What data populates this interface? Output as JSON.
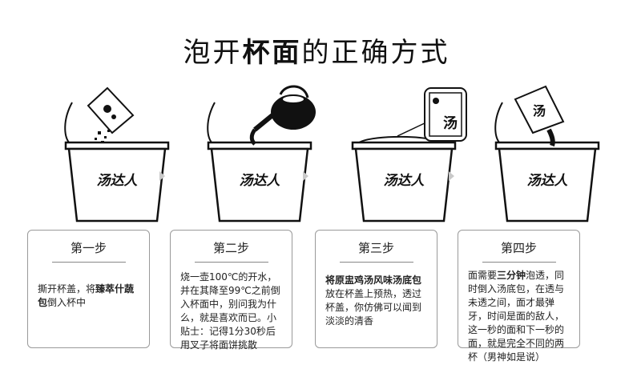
{
  "title": {
    "pre": "泡开",
    "bold": "杯面",
    "post": "的正确方式"
  },
  "cup_brand": "汤达人",
  "packet_text": "汤",
  "steps": [
    {
      "label": "第一步",
      "pre": "撕开杯盖，将",
      "bold": "臻萃什蔬包",
      "post": "倒入杯中"
    },
    {
      "label": "第二步",
      "pre": "烧一壶100℃的开水，并在其降至99℃之前倒入杯面中，别问我为什么，就是喜欢而已。小贴士：记得1分30秒后用叉子将面饼挑散",
      "bold": "",
      "post": ""
    },
    {
      "label": "第三步",
      "pre": "",
      "bold": "将原盅鸡汤风味汤底包",
      "post": "放在杯盖上预热，透过杯盖，你仿佛可以闻到淡淡的清香"
    },
    {
      "label": "第四步",
      "pre": "面需要",
      "bold": "三分钟",
      "post": "泡透，同时倒入汤底包，在透与未透之间，面才最弹牙，时间是面的敌人，这一秒的面和下一秒的面，就是完全不同的两杯（男神如是说）"
    }
  ],
  "colors": {
    "ink": "#111111",
    "card_border": "#9a9a9a",
    "arrow": "#c9c9c9"
  }
}
